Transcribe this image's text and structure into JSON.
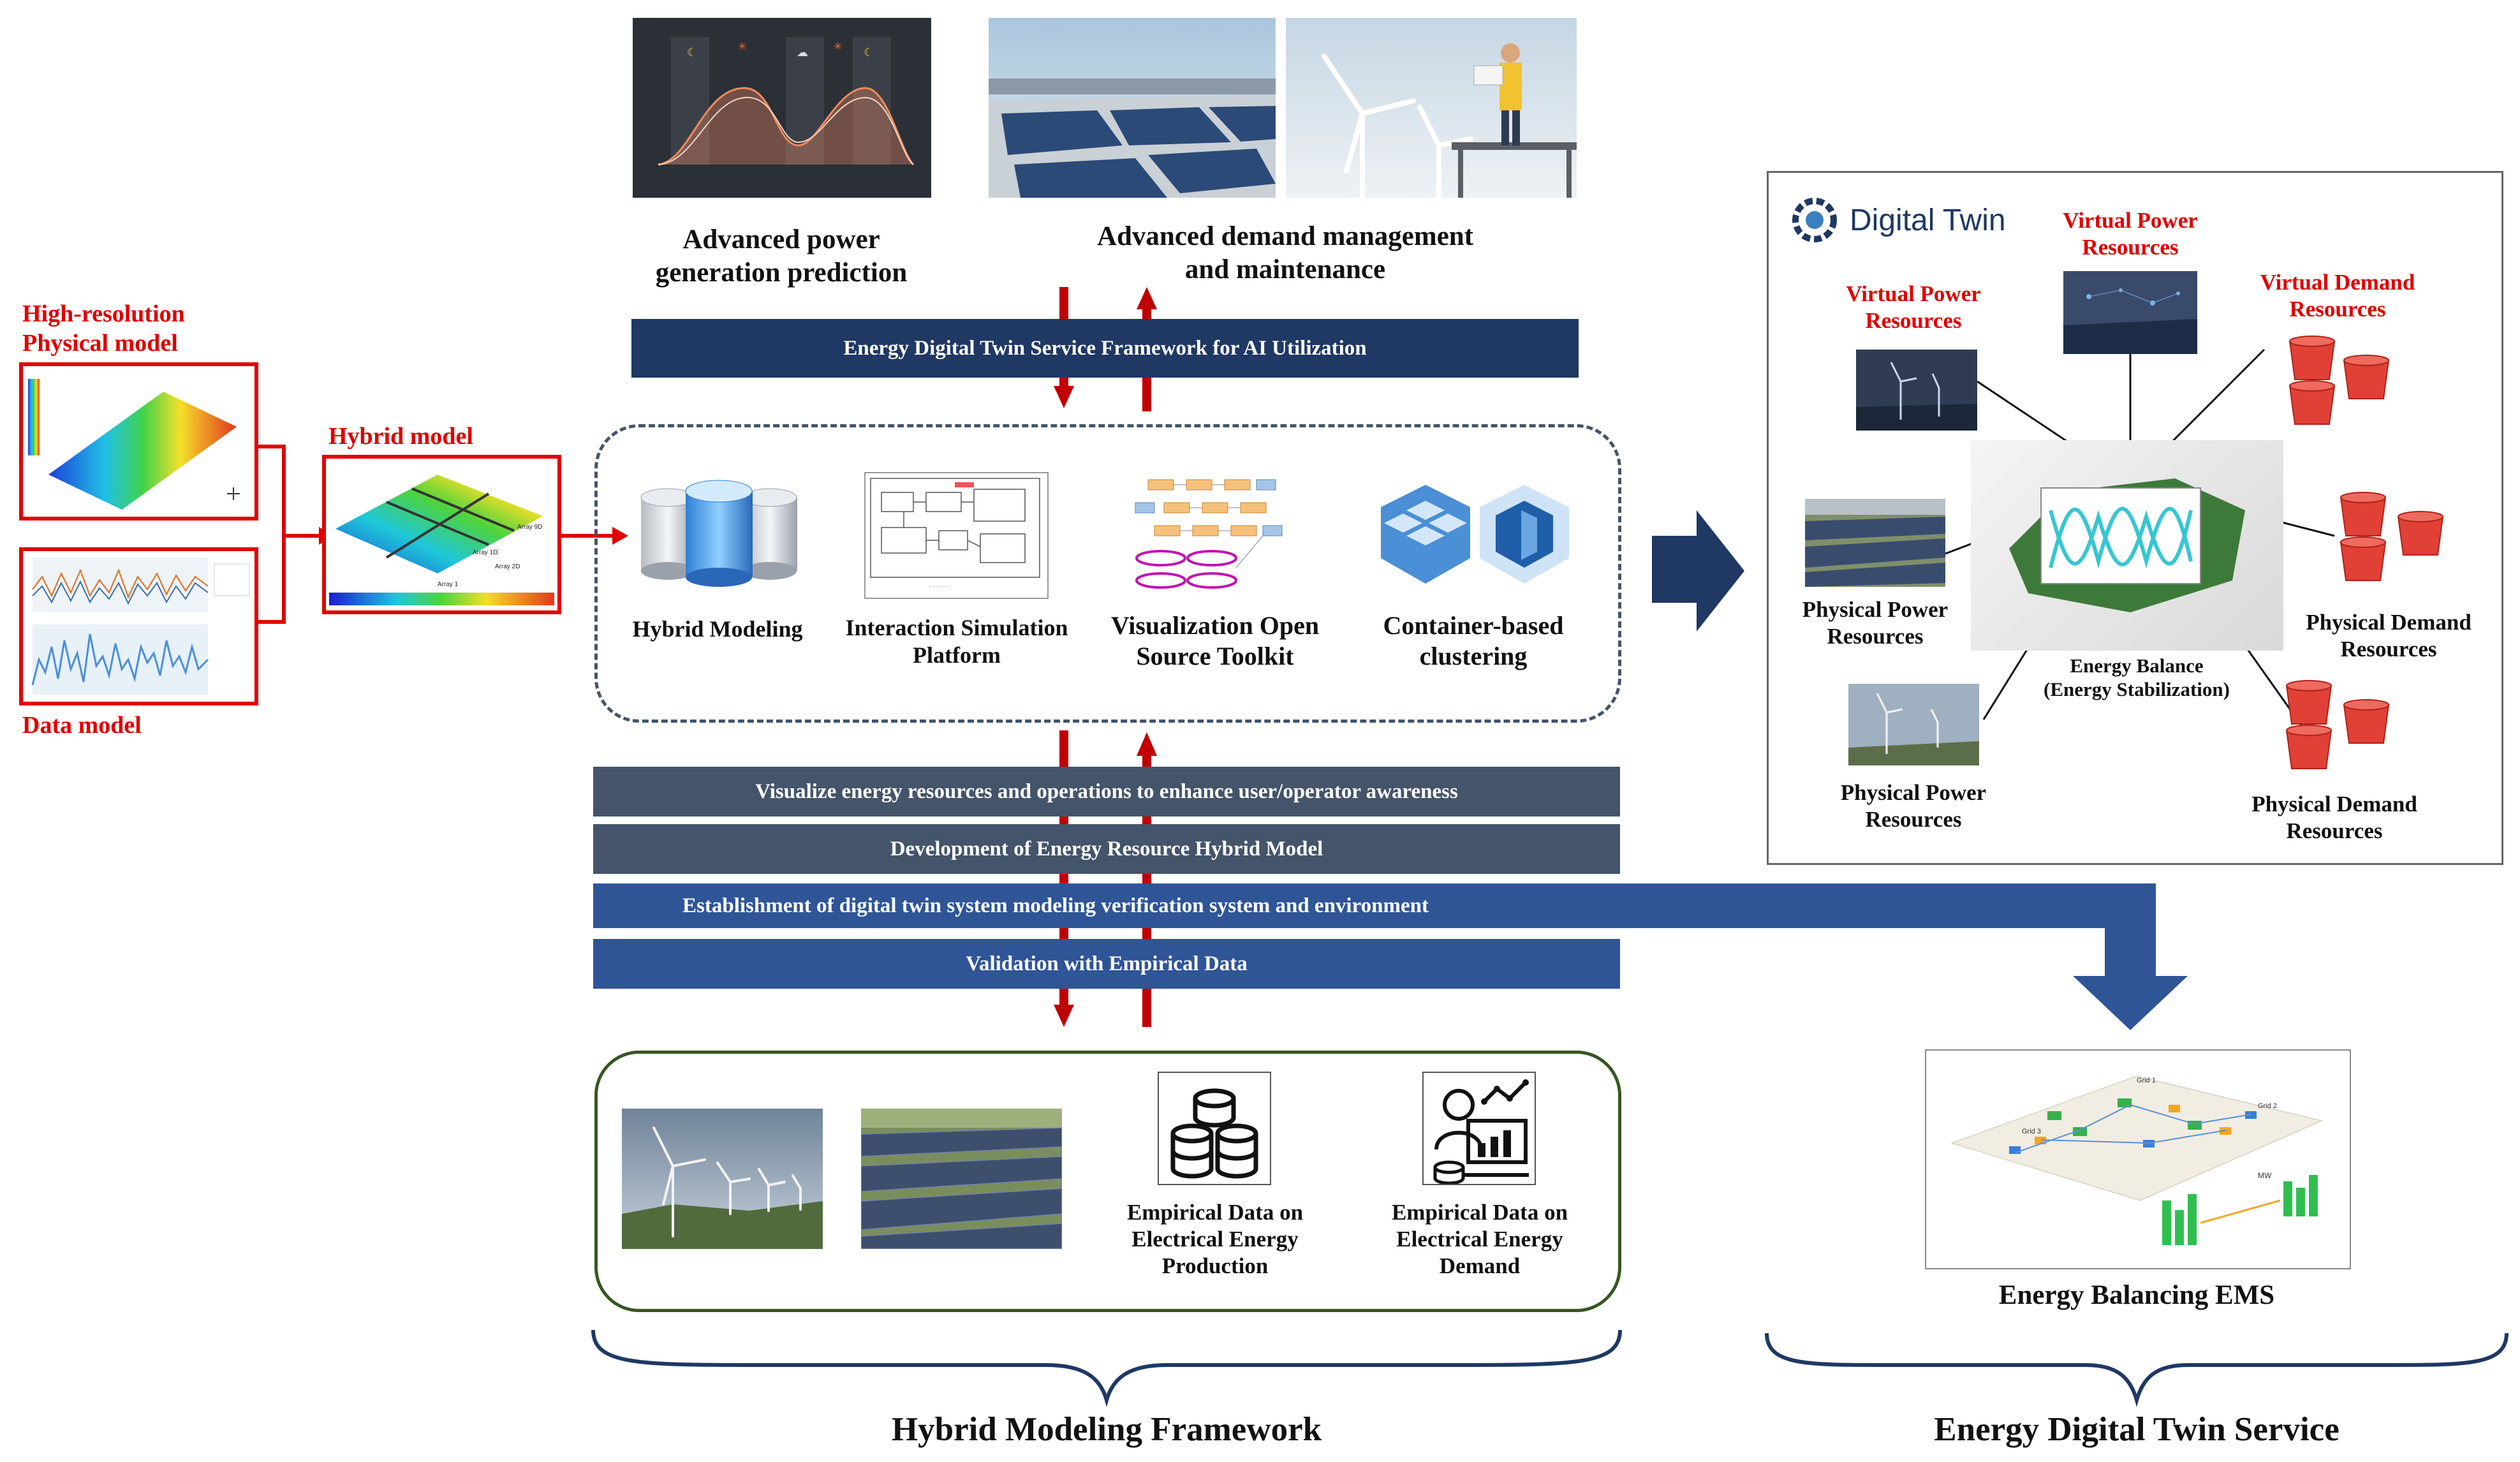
{
  "top": {
    "generation_label": "Advanced power\ngeneration prediction",
    "demand_label": "Advanced demand management\nand maintenance",
    "framework_bar": "Energy Digital Twin Service Framework for AI Utilization"
  },
  "left": {
    "physical_label": "High-resolution\nPhysical model",
    "hybrid_label": "Hybrid model",
    "data_label": "Data model",
    "contour_labels": [
      "Array 9D",
      "Array 1D",
      "Array 2D",
      "Array 1"
    ]
  },
  "tools": [
    {
      "label": "Hybrid Modeling"
    },
    {
      "label": "Interaction Simulation\nPlatform"
    },
    {
      "label": "Visualization Open\nSource Toolkit"
    },
    {
      "label": "Container-based\nclustering"
    }
  ],
  "bars": [
    "Visualize energy resources and operations to enhance user/operator awareness",
    "Development of Energy Resource Hybrid Model",
    "Establishment of digital twin system modeling verification system and environment",
    "Validation with Empirical Data"
  ],
  "empirical": {
    "production": "Empirical Data on\nElectrical Energy\nProduction",
    "demand": "Empirical Data on\nElectrical Energy\nDemand"
  },
  "digital_twin": {
    "title": "Digital Twin",
    "virtual_power_top": "Virtual Power\nResources",
    "virtual_power_left": "Virtual Power\nResources",
    "virtual_demand": "Virtual Demand\nResources",
    "physical_power_1": "Physical Power\nResources",
    "physical_power_2": "Physical Power\nResources",
    "physical_demand_1": "Physical Demand\nResources",
    "physical_demand_2": "Physical Demand\nResources",
    "center": "Energy Balance\n(Energy Stabilization)"
  },
  "ems": {
    "label": "Energy Balancing EMS",
    "tags": [
      "Grid 1",
      "Grid 2",
      "Grid 3",
      "MW"
    ]
  },
  "footer": {
    "left": "Hybrid Modeling Framework",
    "right": "Energy Digital Twin Service"
  },
  "colors": {
    "navy": "#1f3864",
    "slate": "#44546a",
    "blue": "#2f5597",
    "red": "#e00000",
    "arrow_red": "#c00000",
    "frame_green": "#375623"
  }
}
